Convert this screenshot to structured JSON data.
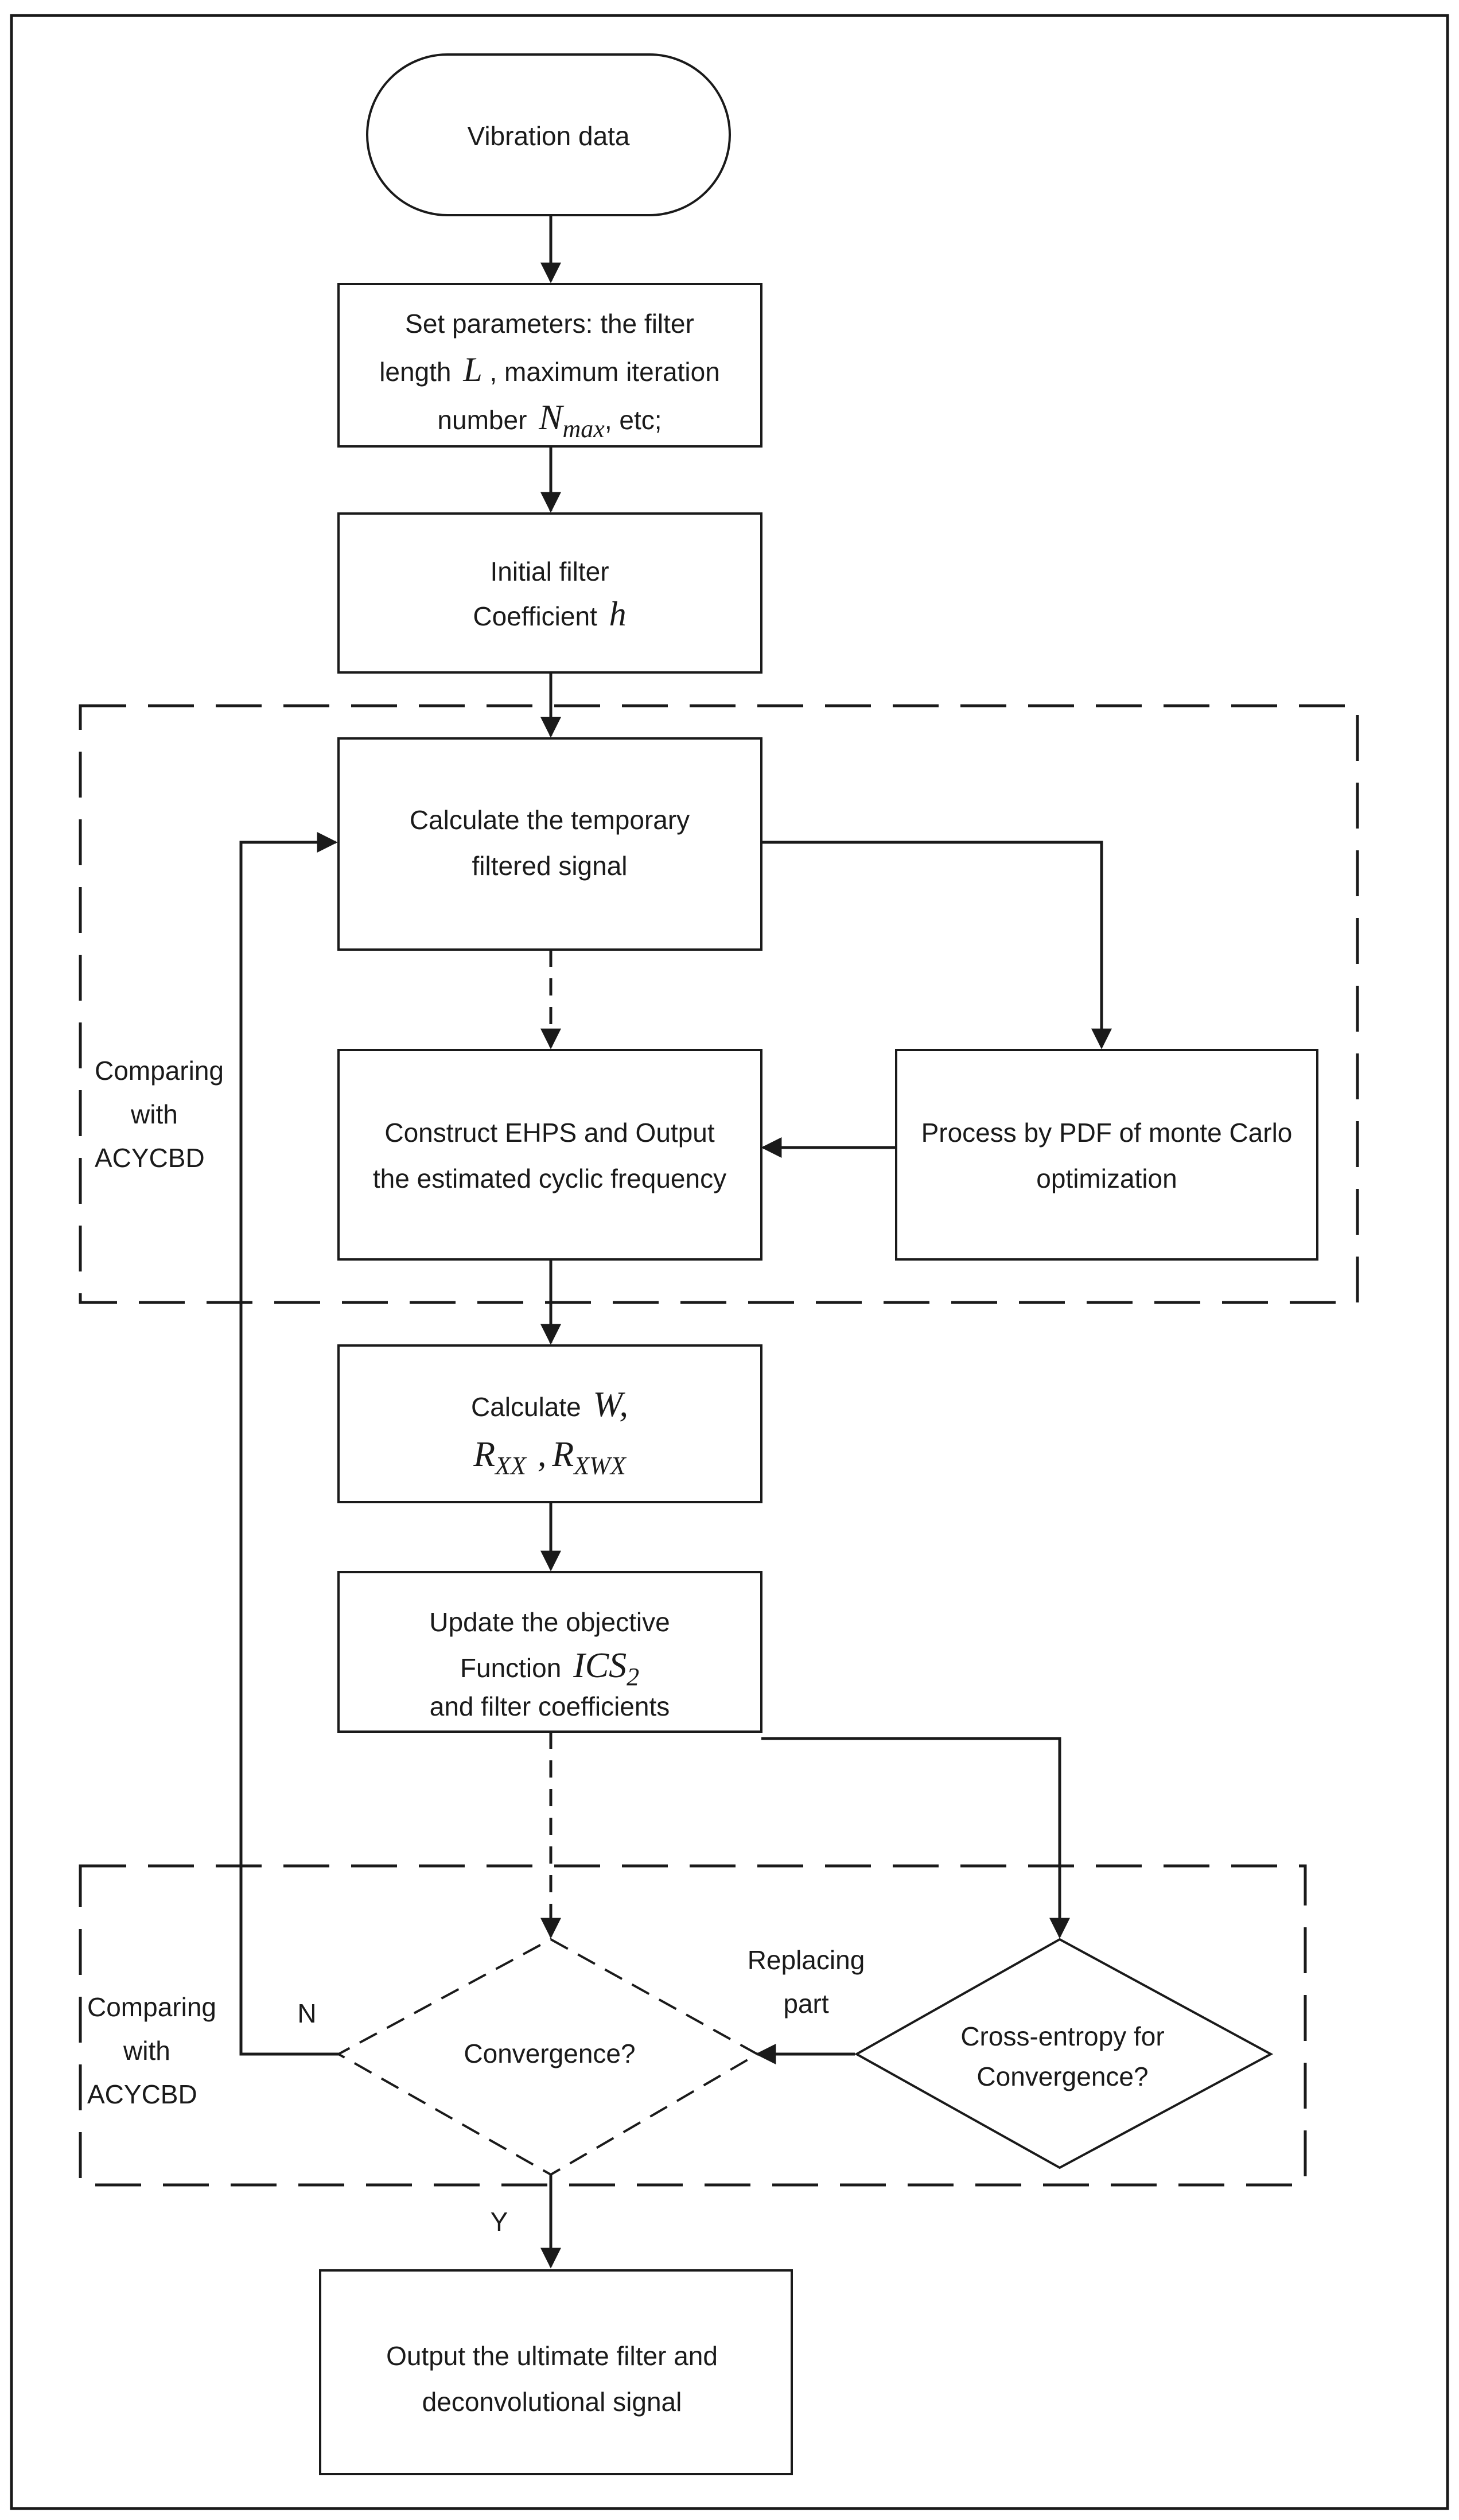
{
  "nodes": {
    "start": "Vibration data",
    "params": {
      "line1": "Set parameters: the filter",
      "line2_pre": "length",
      "L": "L",
      "line2_post": ", maximum iteration",
      "line3_pre": "number",
      "N": "N",
      "N_sub": "max",
      "line3_post": ", etc;"
    },
    "init": {
      "line1": "Initial filter",
      "line2": "Coefficient",
      "h": "h"
    },
    "calc_temp": {
      "line1": "Calculate the temporary",
      "line2": "filtered signal"
    },
    "ehps": {
      "line1": "Construct EHPS and Output",
      "line2": "the estimated cyclic frequency"
    },
    "pdf": {
      "line1": "Process by PDF of monte Carlo",
      "line2": "optimization"
    },
    "calc_w": {
      "line1": "Calculate",
      "W": "W,",
      "R": "R",
      "sub_xx": "XX",
      "comma": ",",
      "R2": "R",
      "sub_xwx": "XWX"
    },
    "update": {
      "line1": "Update the objective",
      "line2": "Function",
      "ics": "ICS",
      "ics_sub": "2",
      "line3": "and filter coefficients"
    },
    "convergence": "Convergence?",
    "cross_entropy": {
      "line1": "Cross-entropy for",
      "line2": "Convergence?"
    },
    "output": {
      "line1": "Output the ultimate filter and",
      "line2": "deconvolutional signal"
    }
  },
  "annotations": {
    "compare_top": [
      "Comparing",
      "with",
      "ACYCBD"
    ],
    "compare_bottom": [
      "Comparing",
      "with",
      "ACYCBD"
    ],
    "replacing": [
      "Replacing",
      "part"
    ],
    "no": "N",
    "yes": "Y"
  }
}
